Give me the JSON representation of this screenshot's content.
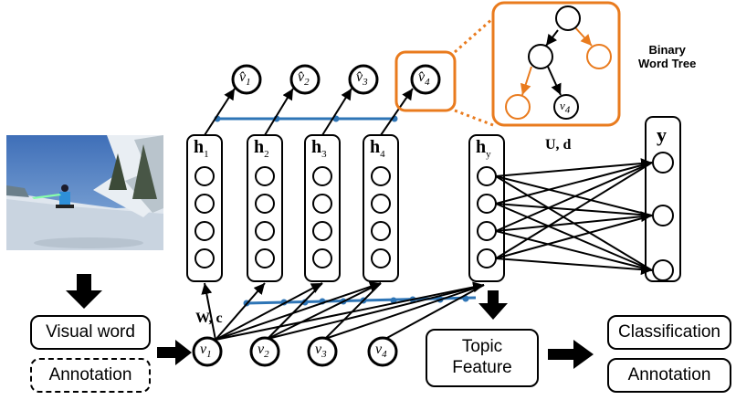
{
  "hidden_layers": [
    {
      "label": "h",
      "sub": "1"
    },
    {
      "label": "h",
      "sub": "2"
    },
    {
      "label": "h",
      "sub": "3"
    },
    {
      "label": "h",
      "sub": "4"
    }
  ],
  "topic_layer": {
    "label": "h",
    "sub": "y"
  },
  "output_layer": {
    "label": "y"
  },
  "outputs": [
    {
      "label": "v̂",
      "sub": "1"
    },
    {
      "label": "v̂",
      "sub": "2"
    },
    {
      "label": "v̂",
      "sub": "3"
    },
    {
      "label": "v̂",
      "sub": "4"
    }
  ],
  "inputs": [
    {
      "label": "v",
      "sub": "1"
    },
    {
      "label": "v",
      "sub": "2"
    },
    {
      "label": "v",
      "sub": "3"
    },
    {
      "label": "v",
      "sub": "4"
    }
  ],
  "tree_leaf": {
    "label": "v",
    "sub": "4"
  },
  "params": {
    "wc": "W, c",
    "ud": "U, d"
  },
  "tree_title": {
    "line1": "Binary",
    "line2": "Word Tree"
  },
  "boxes": {
    "visual_word": "Visual word",
    "annotation_left": "Annotation",
    "topic_feature_line1": "Topic",
    "topic_feature_line2": "Feature",
    "classification": "Classification",
    "annotation_right": "Annotation"
  },
  "colors": {
    "accent": "#E97B1E",
    "link": "#2E75B6",
    "black": "#000000"
  }
}
